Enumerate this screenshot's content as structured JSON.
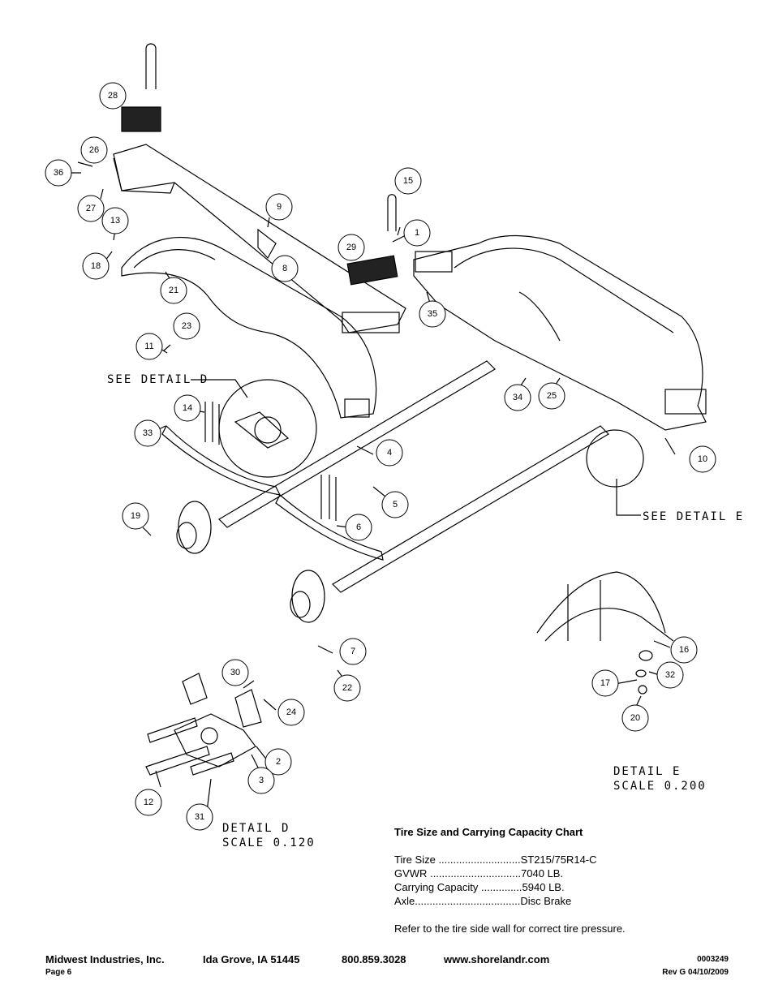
{
  "callouts": [
    "28",
    "36",
    "26",
    "27",
    "13",
    "18",
    "9",
    "21",
    "8",
    "23",
    "11",
    "15",
    "1",
    "29",
    "35",
    "34",
    "25",
    "10",
    "14",
    "33",
    "4",
    "5",
    "6",
    "19",
    "7",
    "22",
    "30",
    "24",
    "2",
    "3",
    "12",
    "31",
    "16",
    "32",
    "17",
    "20"
  ],
  "detail_d": {
    "see": "SEE DETAIL  D",
    "title": "DETAIL  D",
    "scale": "SCALE  0.120"
  },
  "detail_e": {
    "see": "SEE DETAIL  E",
    "title": "DETAIL  E",
    "scale": "SCALE  0.200"
  },
  "chart": {
    "title": "Tire Size and Carrying Capacity Chart",
    "rows": [
      {
        "label": "Tire Size",
        "leader": "............................",
        "value": "ST215/75R14-C"
      },
      {
        "label": "GVWR",
        "leader": "...............................",
        "value": "7040 LB."
      },
      {
        "label": "Carrying Capacity",
        "leader": "..............",
        "value": "5940 LB."
      },
      {
        "label": "Axle",
        "leader": "....................................",
        "value": "Disc Brake"
      }
    ],
    "note": "Refer to the tire side wall for correct tire pressure."
  },
  "footer": {
    "company": "Midwest Industries, Inc.",
    "city": "Ida Grove, IA  51445",
    "phone": "800.859.3028",
    "web": "www.shorelandr.com",
    "doc_number": "0003249",
    "page": "Page 6",
    "revision": "Rev G  04/10/2009"
  }
}
